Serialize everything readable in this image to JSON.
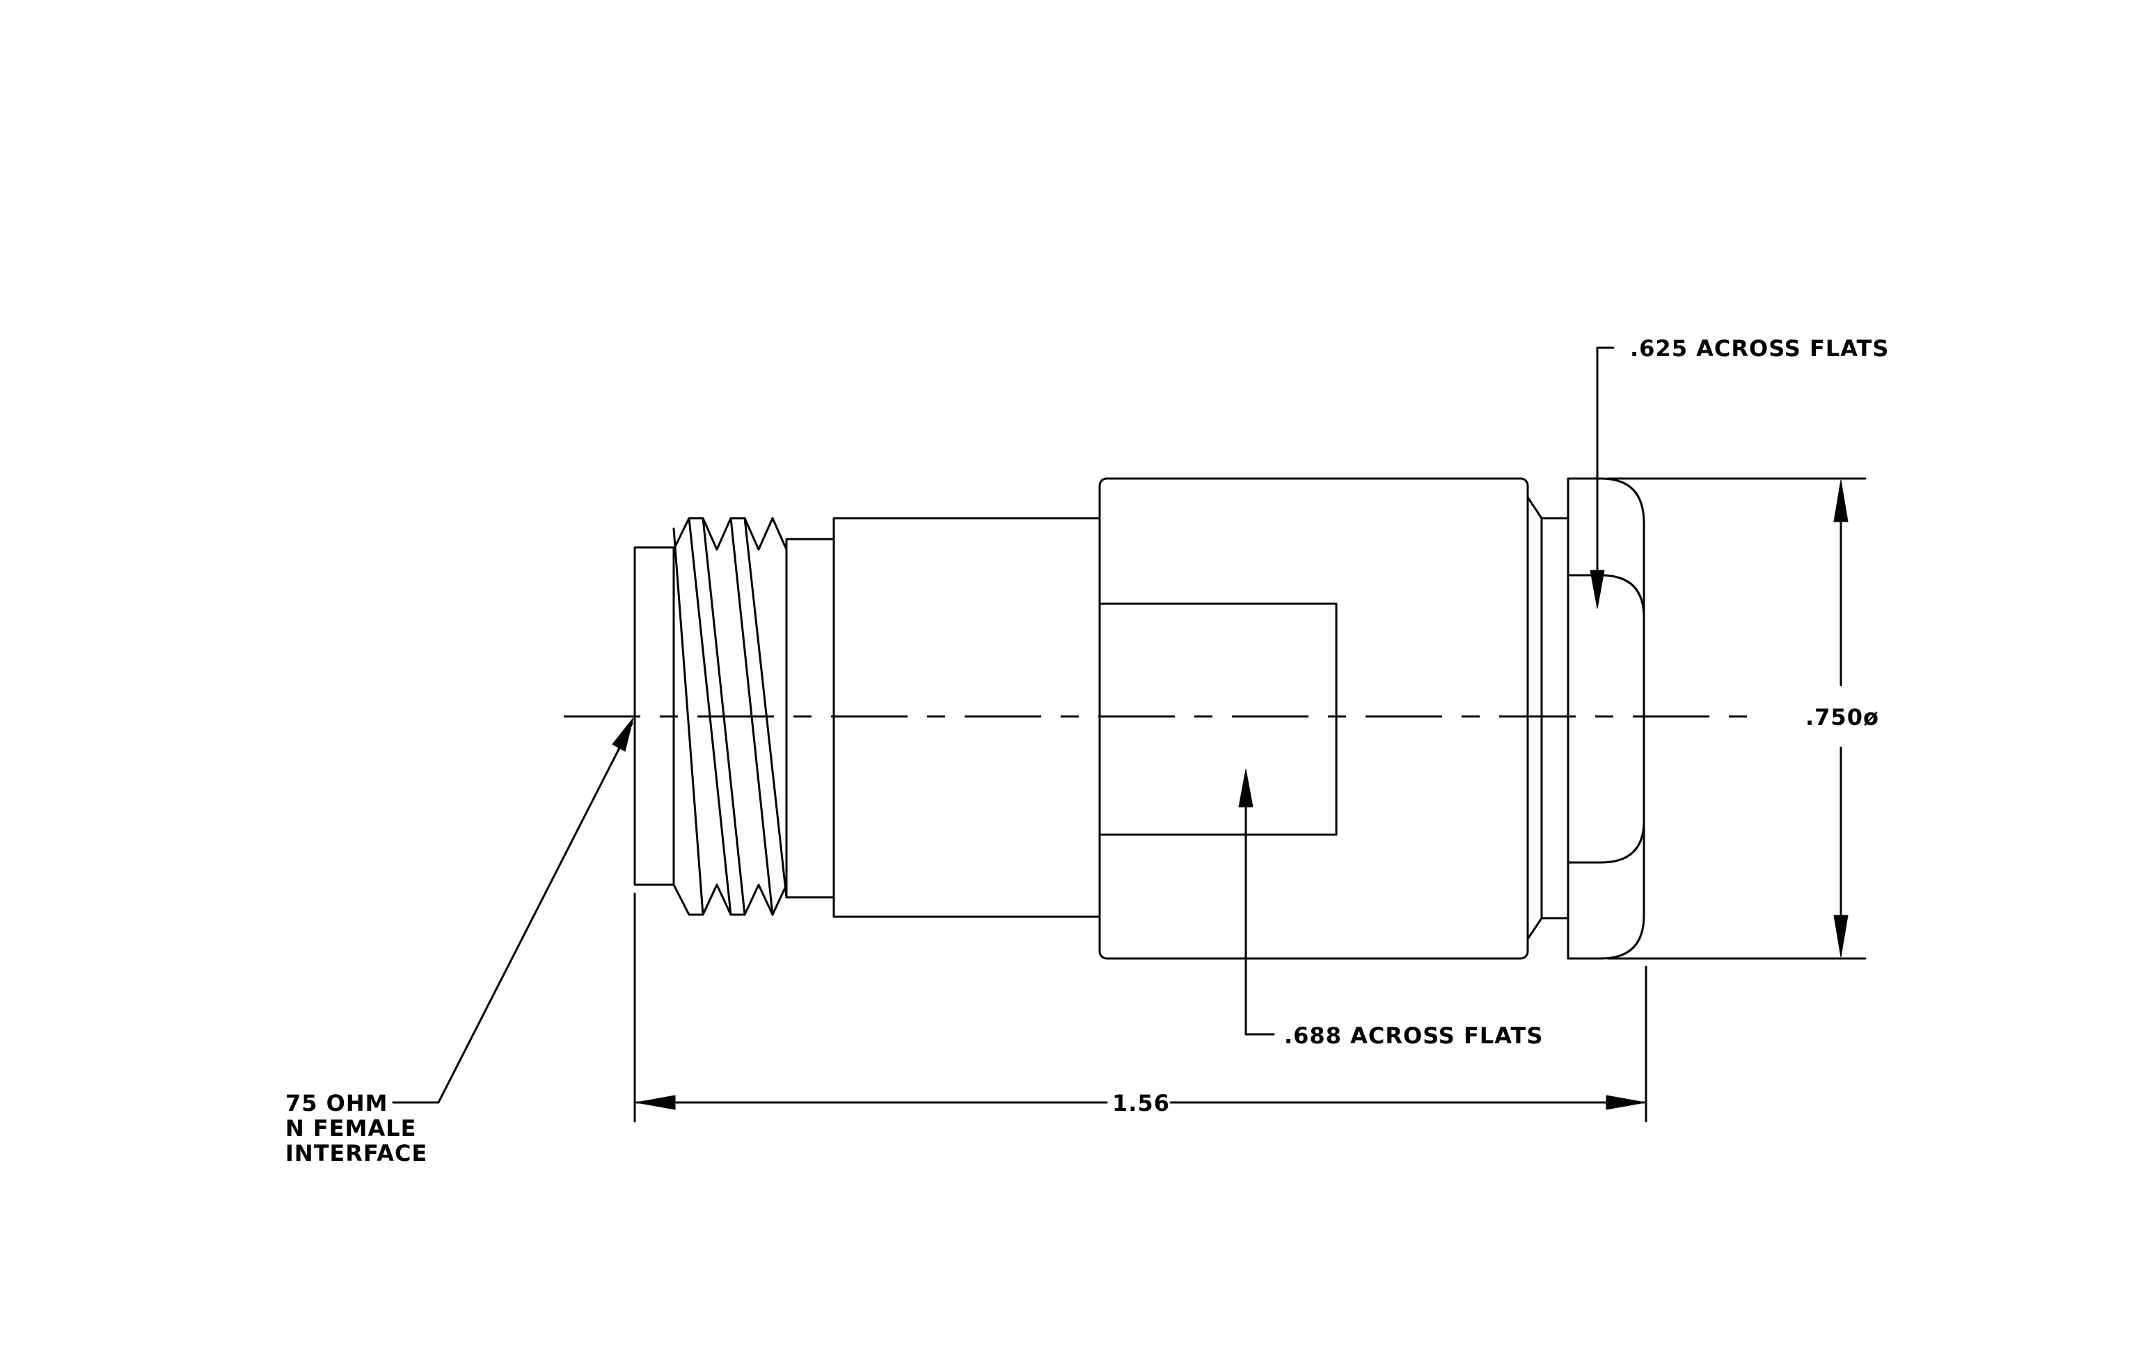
{
  "colors": {
    "background": "#ffffff",
    "line": "#000000"
  },
  "dimensions": {
    "across_flats_nut": ".625 ACROSS FLATS",
    "diameter": ".750ø",
    "across_flats_body": ".688 ACROSS FLATS",
    "overall_length": "1.56"
  },
  "callout": {
    "line1": "75 OHM",
    "line2": "N FEMALE",
    "line3": "INTERFACE"
  }
}
